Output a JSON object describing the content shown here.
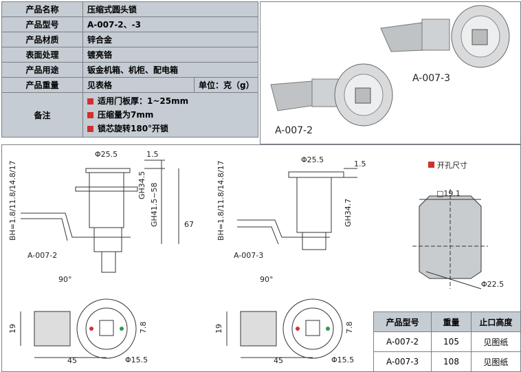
{
  "spec": [
    {
      "k": "产品名称",
      "v": "压缩式圆头锁"
    },
    {
      "k": "产品型号",
      "v": "A-007-2、-3"
    },
    {
      "k": "产品材质",
      "v": "锌合金"
    },
    {
      "k": "表面处理",
      "v": "镀亮铬"
    },
    {
      "k": "产品用途",
      "v": "钣金机箱、机柜、配电箱"
    },
    {
      "k": "产品重量",
      "v": "见表格",
      "unit": "单位：克（g）"
    }
  ],
  "notes_label": "备注",
  "notes": [
    "适用门板厚：1~25mm",
    "压缩量为7mm",
    "锁芯旋转180°开锁"
  ],
  "photo_labels": {
    "a3": "A-007-3",
    "a2": "A-007-2"
  },
  "drawing1": {
    "d": "Φ25.5",
    "t": "1.5",
    "gh": "GH34.5",
    "gh2": "GH41.5~58",
    "h": "67",
    "bh": "BH=1.8/11.8/14.8/17",
    "model": "A-007-2",
    "angle": "90°",
    "w19": "19",
    "w45": "45",
    "w78": "7.8",
    "d155": "Φ15.5"
  },
  "drawing2": {
    "d": "Φ25.5",
    "t": "1.5",
    "gh": "GH34.7",
    "bh": "BH=1.8/11.8/14.8/17",
    "model": "A-007-3",
    "angle": "90°",
    "w19": "19",
    "w45": "45",
    "w78": "7.8",
    "d155": "Φ15.5"
  },
  "cutout": {
    "title": "开孔尺寸",
    "sq": "□19.1",
    "d": "Φ22.5"
  },
  "weights": {
    "headers": [
      "产品型号",
      "重量",
      "止口高度"
    ],
    "rows": [
      [
        "A-007-2",
        "105",
        "见图纸"
      ],
      [
        "A-007-3",
        "108",
        "见图纸"
      ]
    ]
  },
  "colors": {
    "accent": "#d0312d",
    "table_bg": "#c5ccd3"
  }
}
